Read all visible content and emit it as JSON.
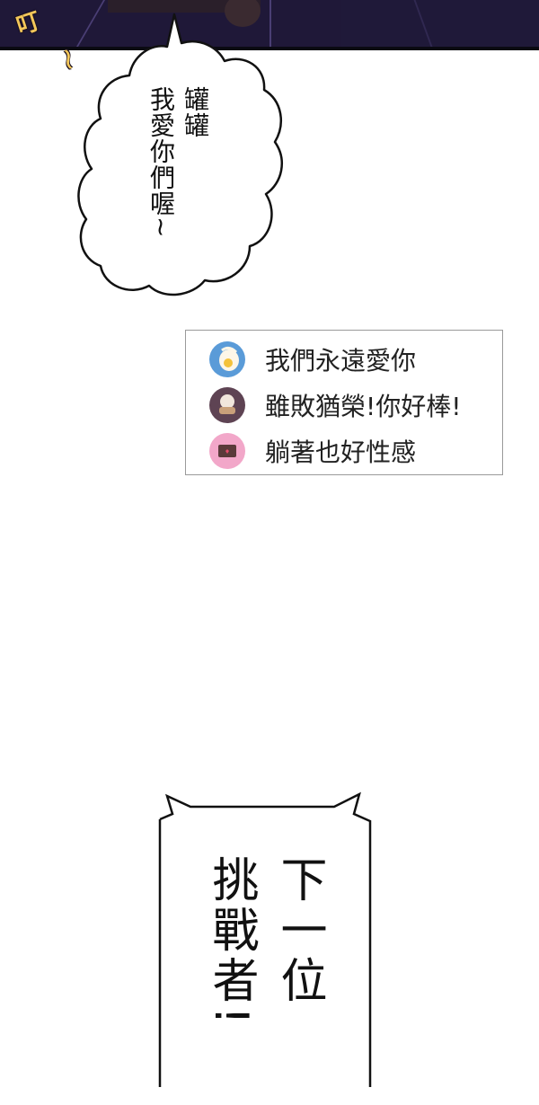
{
  "panel_top": {
    "sfx": "叮",
    "sfx_tail": "~"
  },
  "speech_bubble": {
    "lines": [
      "罐罐",
      "我愛你們喔~"
    ]
  },
  "comments": [
    {
      "text": "我們永遠愛你",
      "avatar_icon": "egg-avatar-icon",
      "avatar_color": "#5a9bd8"
    },
    {
      "text": "雖敗猶榮!你好棒!",
      "avatar_icon": "cup-avatar-icon",
      "avatar_color": "#5e4353"
    },
    {
      "text": "躺著也好性感",
      "avatar_icon": "letter-avatar-icon",
      "avatar_color": "#f2a7c9"
    }
  ],
  "narration": {
    "lines": [
      "下一位",
      "挑戰者!"
    ]
  },
  "colors": {
    "panel_bg": "#1f1838",
    "sfx": "#f3c75a",
    "comment_border": "#9a9a9a"
  }
}
